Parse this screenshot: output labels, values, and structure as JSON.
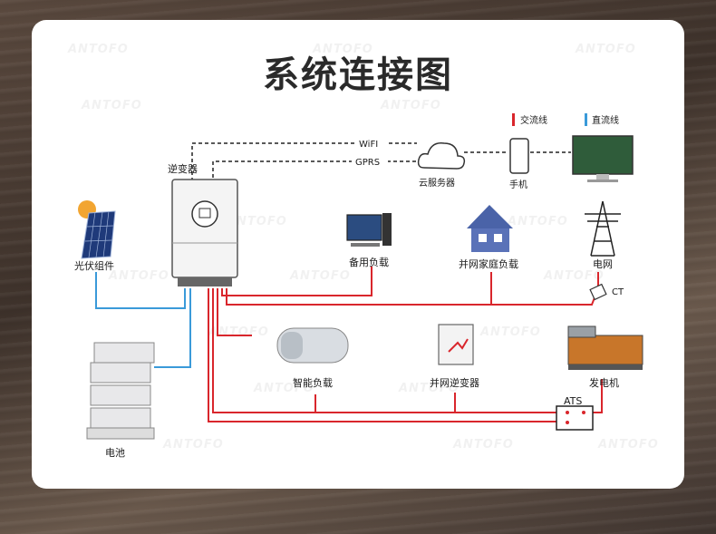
{
  "title": "系统连接图",
  "watermark": "ANTOFO",
  "legend": {
    "ac_label": "交流线",
    "dc_label": "直流线",
    "ac_color": "#d9262c",
    "dc_color": "#3a9ad9"
  },
  "labels": {
    "inverter": "逆变器",
    "wifi": "WiFI",
    "gprs": "GPRS",
    "cloud": "云服务器",
    "phone": "手机",
    "solar": "光伏组件",
    "backup_load": "备用负载",
    "home_load": "并网家庭负载",
    "grid": "电网",
    "ct": "CT",
    "battery": "电池",
    "smart_load": "智能负载",
    "grid_inverter": "并网逆变器",
    "generator": "发电机",
    "ats": "ATS"
  },
  "colors": {
    "ac_line": "#d9262c",
    "dc_line": "#3a9ad9",
    "comm_line": "#222222"
  }
}
